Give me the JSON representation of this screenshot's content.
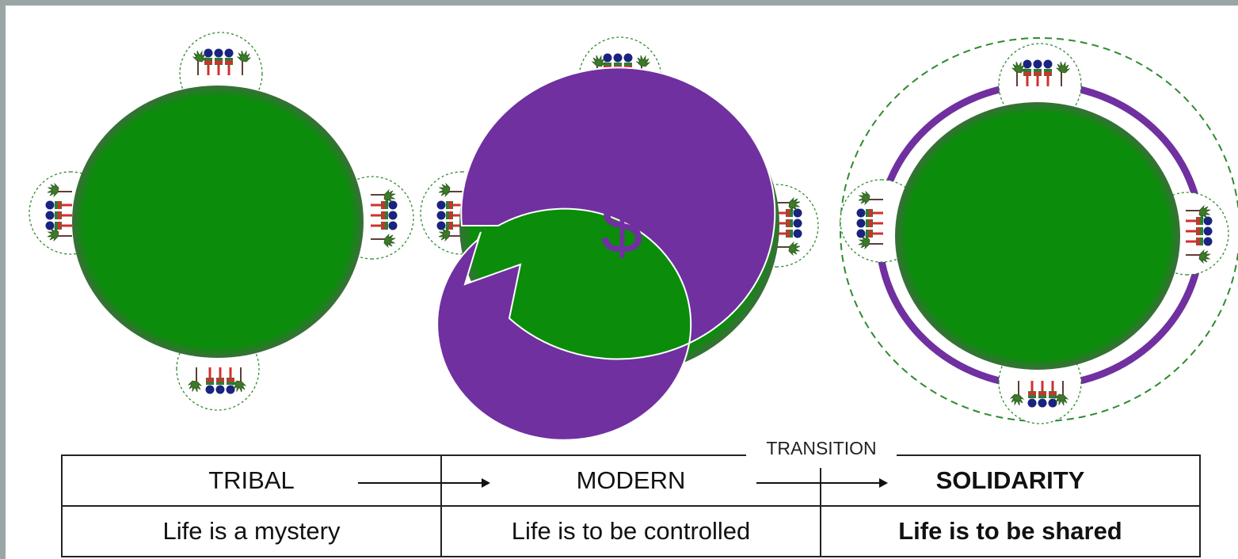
{
  "stages": [
    {
      "name": "TRIBAL",
      "description": "Life is a mystery",
      "bold": false
    },
    {
      "name": "MODERN",
      "description": "Life is to be controlled",
      "bold": false
    },
    {
      "name": "SOLIDARITY",
      "description": "Life is to be shared",
      "bold": true
    }
  ],
  "transition_label": "TRANSITION",
  "currency_symbol": "$",
  "colors": {
    "planet": "#0b8c0b",
    "planet_edge": "#2e7a2e",
    "money_ring": "#7030a0",
    "solidarity_ring": "#7030a0",
    "dashed_boundary": "#2e8b2e",
    "community_head": "#1a237e",
    "community_body": "#d32f2f"
  },
  "icons": [
    "community-icon",
    "tree-icon",
    "money-cycle-arrow-icon",
    "dollar-icon"
  ]
}
